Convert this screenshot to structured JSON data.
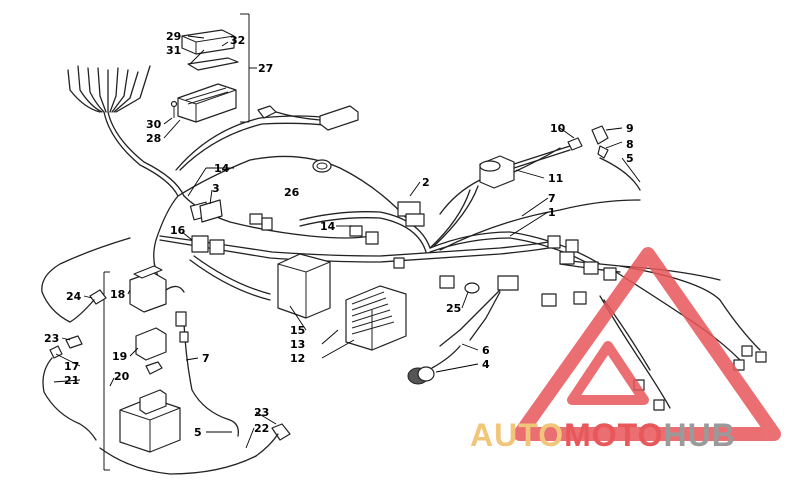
{
  "diagram": {
    "callouts": [
      "1",
      "2",
      "3",
      "4",
      "5",
      "6",
      "7",
      "8",
      "9",
      "10",
      "11",
      "12",
      "13",
      "14",
      "15",
      "16",
      "17",
      "18",
      "19",
      "20",
      "21",
      "22",
      "23",
      "24",
      "25",
      "26",
      "27",
      "28",
      "29",
      "30",
      "31",
      "32"
    ],
    "label_instances": [
      {
        "id": "29",
        "text": "29"
      },
      {
        "id": "32",
        "text": "32"
      },
      {
        "id": "31",
        "text": "31"
      },
      {
        "id": "27",
        "text": "27"
      },
      {
        "id": "30",
        "text": "30"
      },
      {
        "id": "28",
        "text": "28"
      },
      {
        "id": "14a",
        "text": "14"
      },
      {
        "id": "3",
        "text": "3"
      },
      {
        "id": "26",
        "text": "26"
      },
      {
        "id": "2",
        "text": "2"
      },
      {
        "id": "10",
        "text": "10"
      },
      {
        "id": "9",
        "text": "9"
      },
      {
        "id": "8",
        "text": "8"
      },
      {
        "id": "5a",
        "text": "5"
      },
      {
        "id": "11",
        "text": "11"
      },
      {
        "id": "7a",
        "text": "7"
      },
      {
        "id": "1",
        "text": "1"
      },
      {
        "id": "14b",
        "text": "14"
      },
      {
        "id": "16",
        "text": "16"
      },
      {
        "id": "24",
        "text": "24"
      },
      {
        "id": "18",
        "text": "18"
      },
      {
        "id": "25",
        "text": "25"
      },
      {
        "id": "15",
        "text": "15"
      },
      {
        "id": "13",
        "text": "13"
      },
      {
        "id": "12",
        "text": "12"
      },
      {
        "id": "23a",
        "text": "23"
      },
      {
        "id": "6",
        "text": "6"
      },
      {
        "id": "17",
        "text": "17"
      },
      {
        "id": "4",
        "text": "4"
      },
      {
        "id": "19",
        "text": "19"
      },
      {
        "id": "21",
        "text": "21"
      },
      {
        "id": "20",
        "text": "20"
      },
      {
        "id": "7b",
        "text": "7"
      },
      {
        "id": "23b",
        "text": "23"
      },
      {
        "id": "22",
        "text": "22"
      },
      {
        "id": "5b",
        "text": "5"
      }
    ]
  },
  "watermark": {
    "part1": "AUTO",
    "part2": "MOTO",
    "part3": "HUB",
    "colors": {
      "auto": "#f2c67a",
      "moto": "#e8575a",
      "hub": "#9a9a9a",
      "triangle": "#e8575a"
    }
  }
}
